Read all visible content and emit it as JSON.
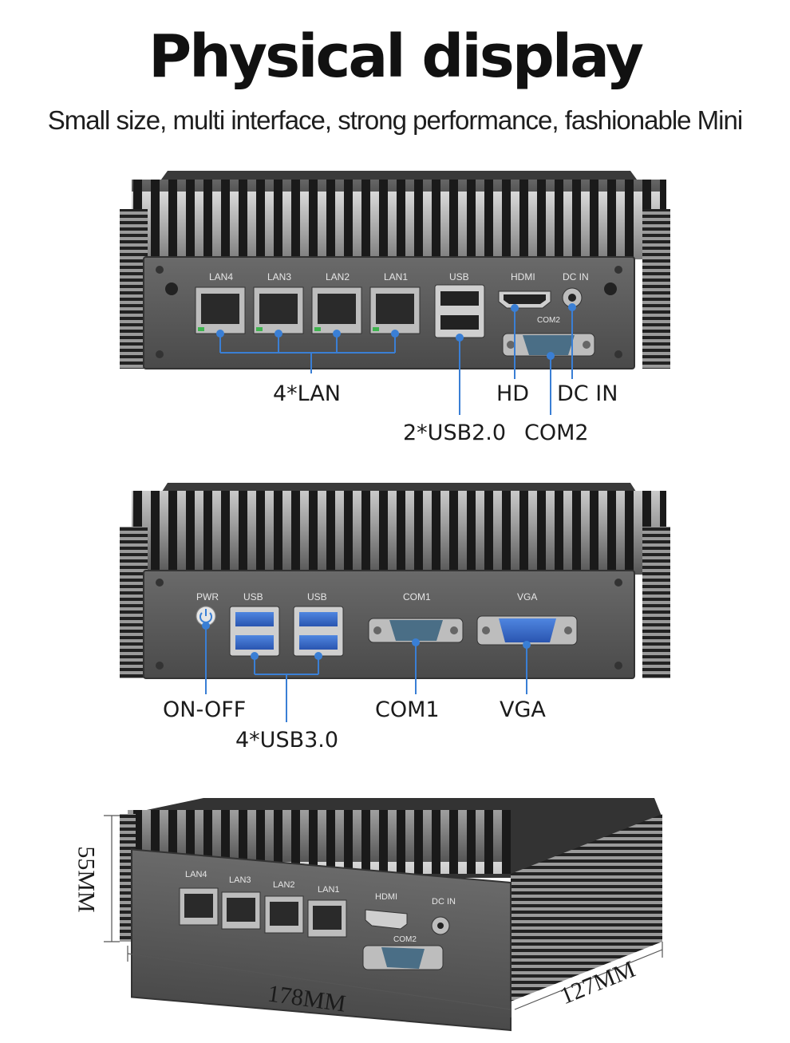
{
  "header": {
    "title": "Physical display",
    "subtitle": "Small size, multi interface, strong performance, fashionable Mini"
  },
  "view1": {
    "port_labels": [
      "LAN4",
      "LAN3",
      "LAN2",
      "LAN1",
      "USB",
      "HDMI",
      "DC IN",
      "COM2"
    ],
    "callouts": {
      "lan": "4*LAN",
      "usb": "2*USB2.0",
      "hd": "HD",
      "com2": "COM2",
      "dcin": "DC IN"
    }
  },
  "view2": {
    "port_labels": [
      "PWR",
      "USB",
      "USB",
      "COM1",
      "VGA"
    ],
    "callouts": {
      "onoff": "ON-OFF",
      "usb": "4*USB3.0",
      "com1": "COM1",
      "vga": "VGA"
    }
  },
  "view3": {
    "port_labels": [
      "LAN4",
      "LAN3",
      "LAN2",
      "LAN1",
      "HDMI",
      "DC IN",
      "COM2"
    ],
    "dimensions": {
      "height": "55MM",
      "width": "178MM",
      "depth": "127MM"
    }
  },
  "colors": {
    "callout_line": "#3a7fd5",
    "panel": "#5a5a5a",
    "heatsink": "#2e2e2e"
  }
}
